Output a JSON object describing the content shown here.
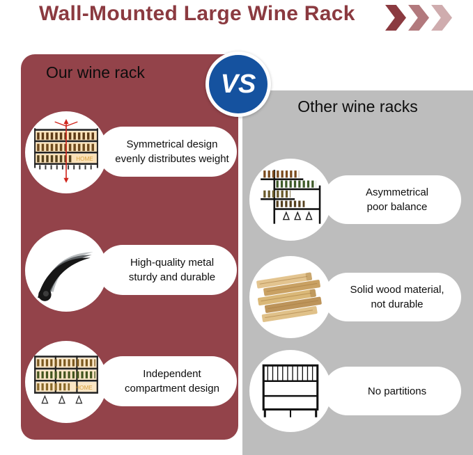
{
  "header": {
    "title": "Wall-Mounted Large Wine Rack"
  },
  "vs_badge": {
    "label": "VS"
  },
  "left_panel": {
    "title": "Our wine rack",
    "items": [
      {
        "icon": "symmetrical-rack",
        "label": "Symmetrical design\nevenly distributes weight"
      },
      {
        "icon": "metal-sheet",
        "label": "High-quality metal\nsturdy and durable"
      },
      {
        "icon": "compartment-rack",
        "label": "Independent\ncompartment design"
      }
    ]
  },
  "right_panel": {
    "title": "Other wine racks",
    "items": [
      {
        "icon": "asymmetrical-rack",
        "label": "Asymmetrical\npoor balance"
      },
      {
        "icon": "wood-planks",
        "label": "Solid wood material,\nnot durable"
      },
      {
        "icon": "bare-rack",
        "label": "No partitions"
      }
    ]
  },
  "decor": {
    "rack_home_text": "HOME"
  },
  "colors": {
    "accent_maroon": "#8b3a40",
    "left_panel_bg": "#93434a",
    "right_panel_bg": "#bdbdbd",
    "vs_blue": "#15529f",
    "symmetry_arrow_red": "#d0251c"
  }
}
